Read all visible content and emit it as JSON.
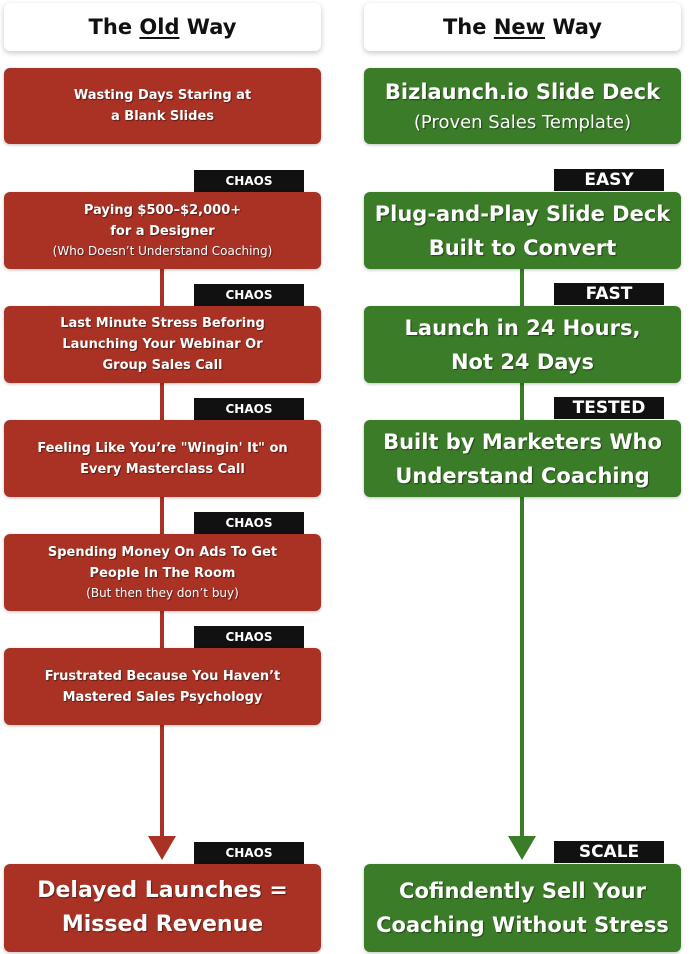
{
  "headers": {
    "old": {
      "prefix": "The ",
      "emph": "Old",
      "suffix": " Way"
    },
    "new": {
      "prefix": "The ",
      "emph": "New",
      "suffix": " Way"
    }
  },
  "old_way": [
    {
      "lines": [
        "Wasting Days Staring at",
        "a Blank Slides"
      ]
    },
    {
      "badge": "CHAOS",
      "lines": [
        "Paying $500–$2,000+",
        "for a Designer"
      ],
      "sub": "(Who Doesn’t Understand Coaching)"
    },
    {
      "badge": "CHAOS",
      "lines": [
        "Last Minute Stress Beforing",
        "Launching Your Webinar Or",
        "Group Sales Call"
      ]
    },
    {
      "badge": "CHAOS",
      "lines": [
        "Feeling Like You’re \"Wingin' It\" on",
        "Every Masterclass Call"
      ]
    },
    {
      "badge": "CHAOS",
      "lines": [
        "Spending Money On Ads To Get",
        "People In The Room"
      ],
      "sub": "(But then they don’t buy)"
    },
    {
      "badge": "CHAOS",
      "lines": [
        "Frustrated Because You Haven’t",
        "Mastered Sales Psychology"
      ]
    }
  ],
  "old_result": {
    "badge": "CHAOS",
    "lines": [
      "Delayed Launches =",
      "Missed Revenue"
    ]
  },
  "new_way": [
    {
      "lines": [
        "Bizlaunch.io Slide Deck"
      ],
      "sub": "(Proven Sales Template)"
    },
    {
      "badge": "EASY",
      "lines": [
        "Plug-and-Play Slide Deck",
        "Built to Convert"
      ]
    },
    {
      "badge": "FAST",
      "lines": [
        "Launch in 24 Hours,",
        "Not 24 Days"
      ]
    },
    {
      "badge": "TESTED",
      "lines": [
        "Built by Marketers Who",
        "Understand Coaching"
      ]
    }
  ],
  "new_result": {
    "badge": "SCALE",
    "lines": [
      "Cofindently Sell Your",
      "Coaching Without Stress"
    ]
  },
  "colors": {
    "old": "#a93224",
    "new": "#3a7c27",
    "badge": "#111111"
  }
}
